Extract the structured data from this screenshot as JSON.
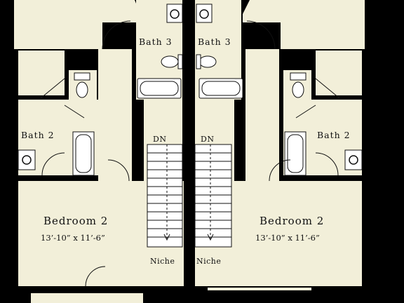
{
  "colors": {
    "floor": "#f2efd9",
    "wall": "#000000",
    "fixture": "#ffffff"
  },
  "units": [
    {
      "side": "left",
      "bedroom": {
        "name": "Bedroom 2",
        "dimensions": "13’-10” x 11’-6”"
      },
      "bath_2": "Bath 2",
      "bath_3": "Bath 3",
      "stair": "DN",
      "niche": "Niche"
    },
    {
      "side": "right",
      "bedroom": {
        "name": "Bedroom 2",
        "dimensions": "13’-10” x 11’-6”"
      },
      "bath_2": "Bath 2",
      "bath_3": "Bath 3",
      "stair": "DN",
      "niche": "Niche"
    }
  ]
}
